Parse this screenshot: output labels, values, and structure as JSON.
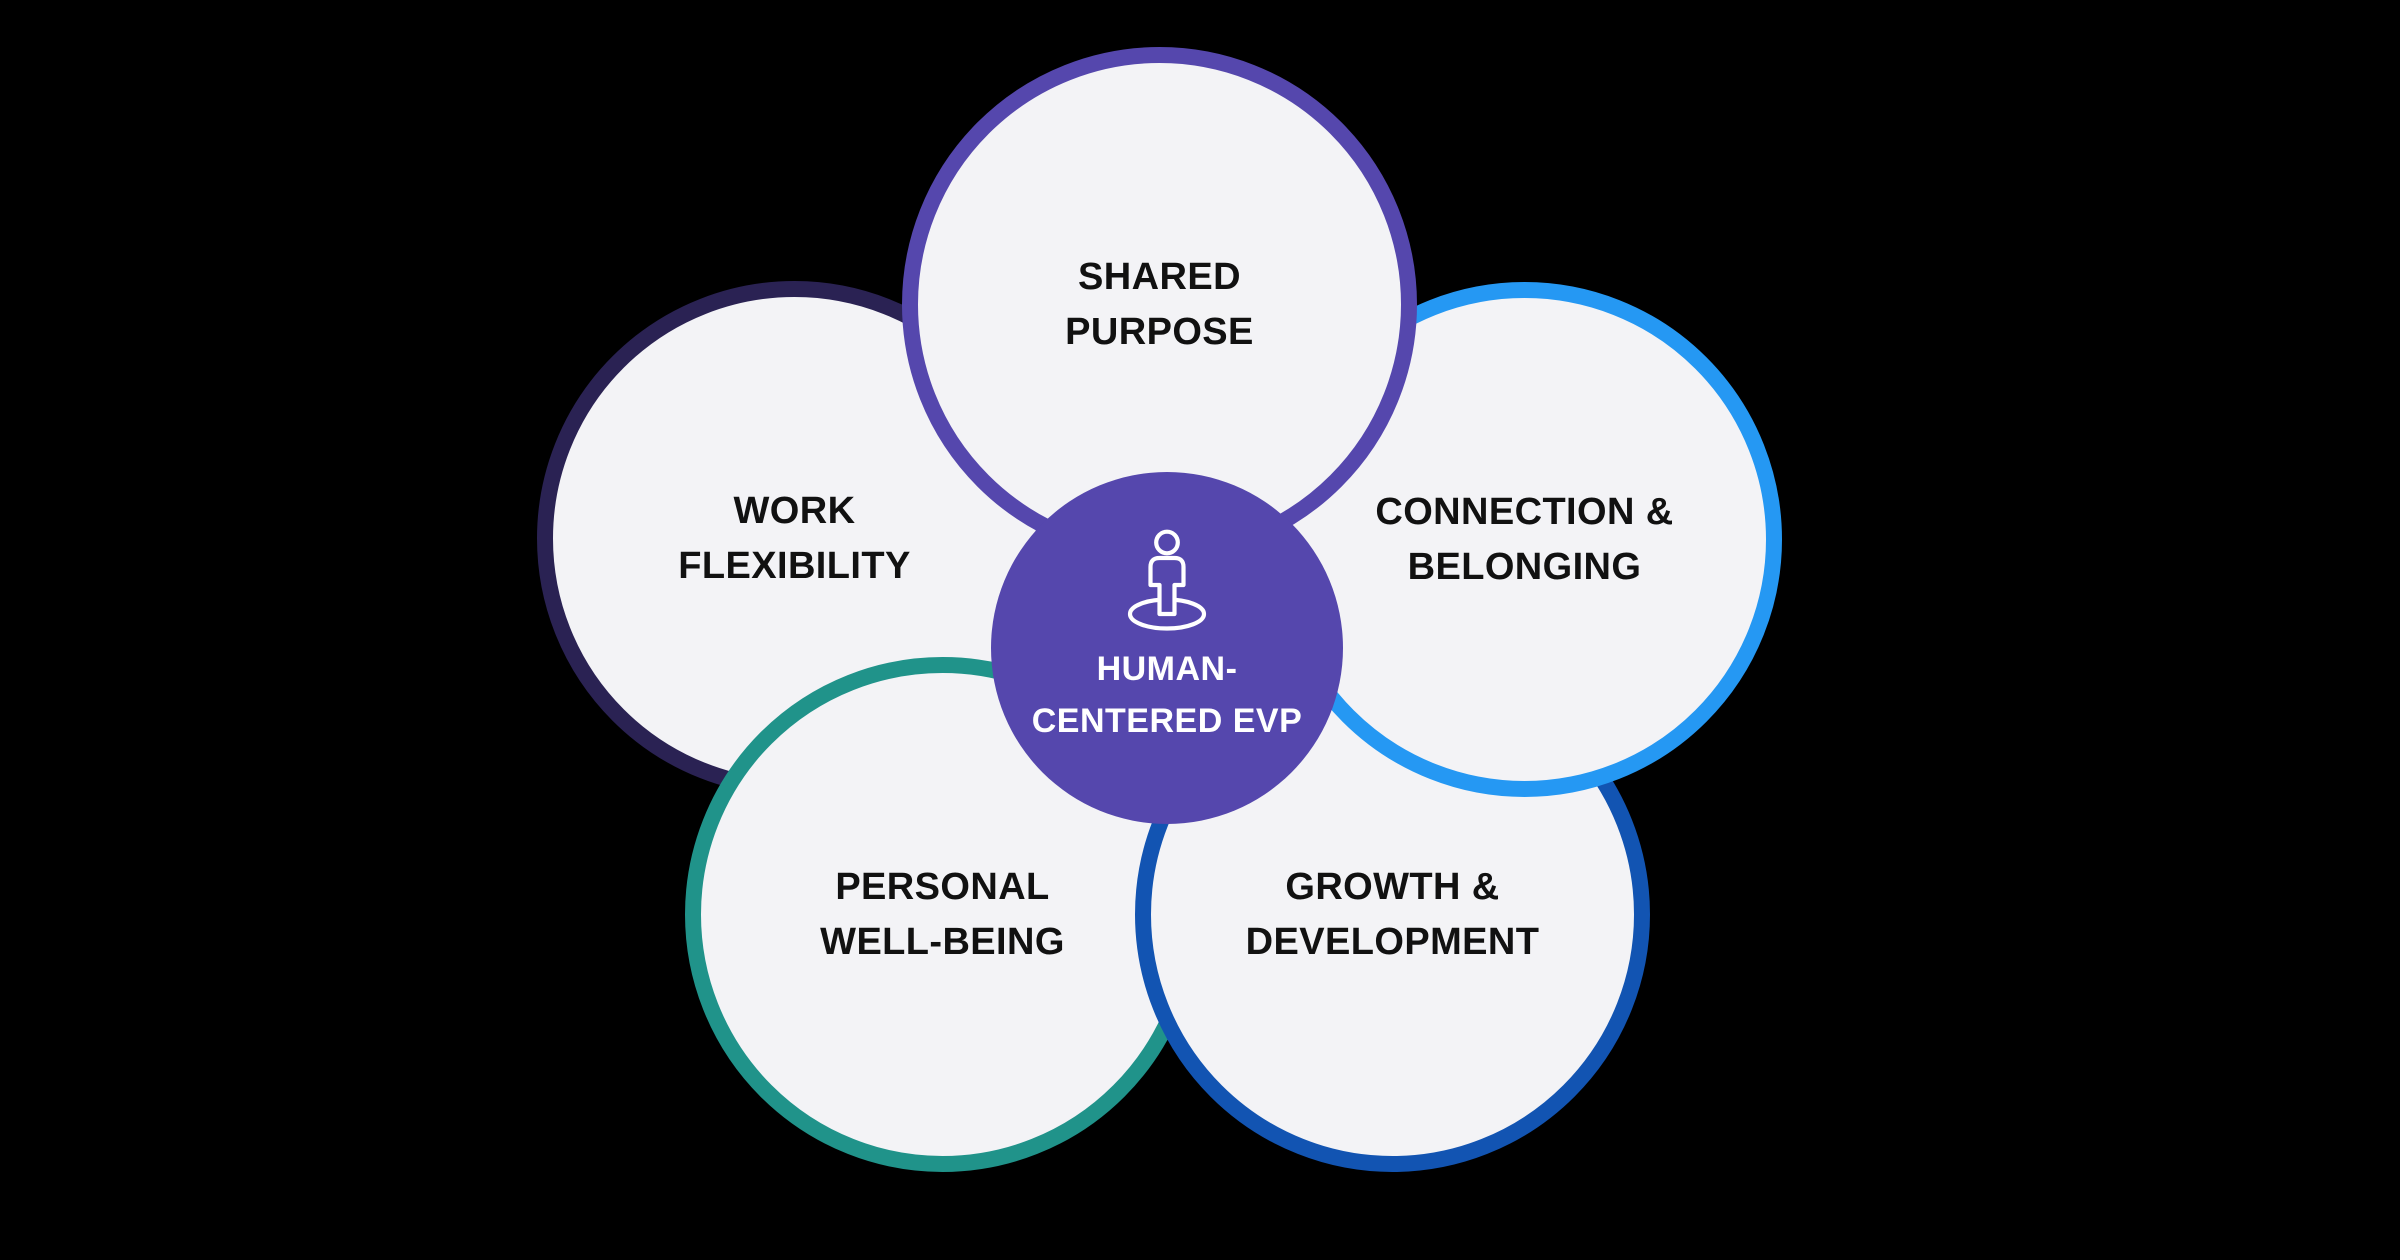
{
  "background_color": "#000000",
  "petal_fill": "#f3f3f6",
  "petal_text_color": "#111111",
  "center": {
    "line1": "HUMAN-",
    "line2": "CENTERED EVP",
    "fill": "#5547ad",
    "text_color": "#ffffff",
    "icon": "person-on-pedestal-icon"
  },
  "petals": [
    {
      "key": "shared-purpose",
      "line1": "SHARED",
      "line2": "PURPOSE",
      "border_color": "#5547ad",
      "position": "top"
    },
    {
      "key": "work-flexibility",
      "line1": "WORK",
      "line2": "FLEXIBILITY",
      "border_color": "#2a2253",
      "position": "left"
    },
    {
      "key": "connection-belonging",
      "line1": "CONNECTION &",
      "line2": "BELONGING",
      "border_color": "#2598f3",
      "position": "right"
    },
    {
      "key": "personal-well-being",
      "line1": "PERSONAL",
      "line2": "WELL-BEING",
      "border_color": "#20938a",
      "position": "bottom-left"
    },
    {
      "key": "growth-development",
      "line1": "GROWTH &",
      "line2": "DEVELOPMENT",
      "border_color": "#1254b2",
      "position": "bottom-right"
    }
  ]
}
